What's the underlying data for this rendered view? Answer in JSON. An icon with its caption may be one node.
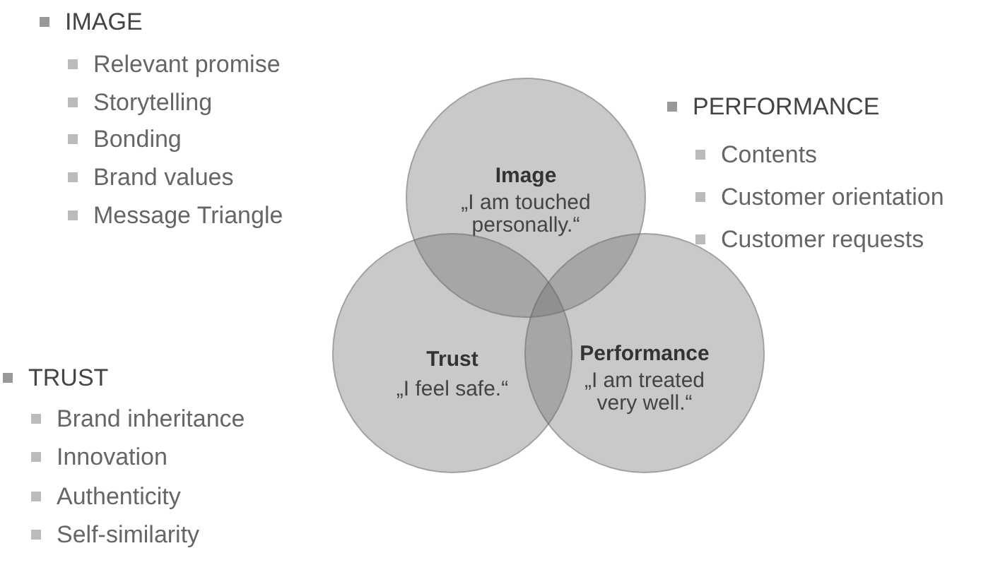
{
  "diagram": {
    "nodes": [
      {
        "text": [
          "Image",
          "„I am touched personally.“"
        ]
      },
      {
        "text": [
          "Trust",
          "„I feel safe.“"
        ]
      },
      {
        "text": [
          "Performance",
          "„I am treated very well.“"
        ]
      }
    ],
    "labels": [
      "IMAGE",
      "Relevant promise",
      "Storytelling",
      "Bonding",
      "Brand values",
      "Message Triangle",
      "PERFORMANCE",
      "Contents",
      "Customer orientation",
      "Customer requests",
      "TRUST",
      "Brand inheritance",
      "Innovation",
      "Authenticity",
      "Self-similarity"
    ]
  }
}
